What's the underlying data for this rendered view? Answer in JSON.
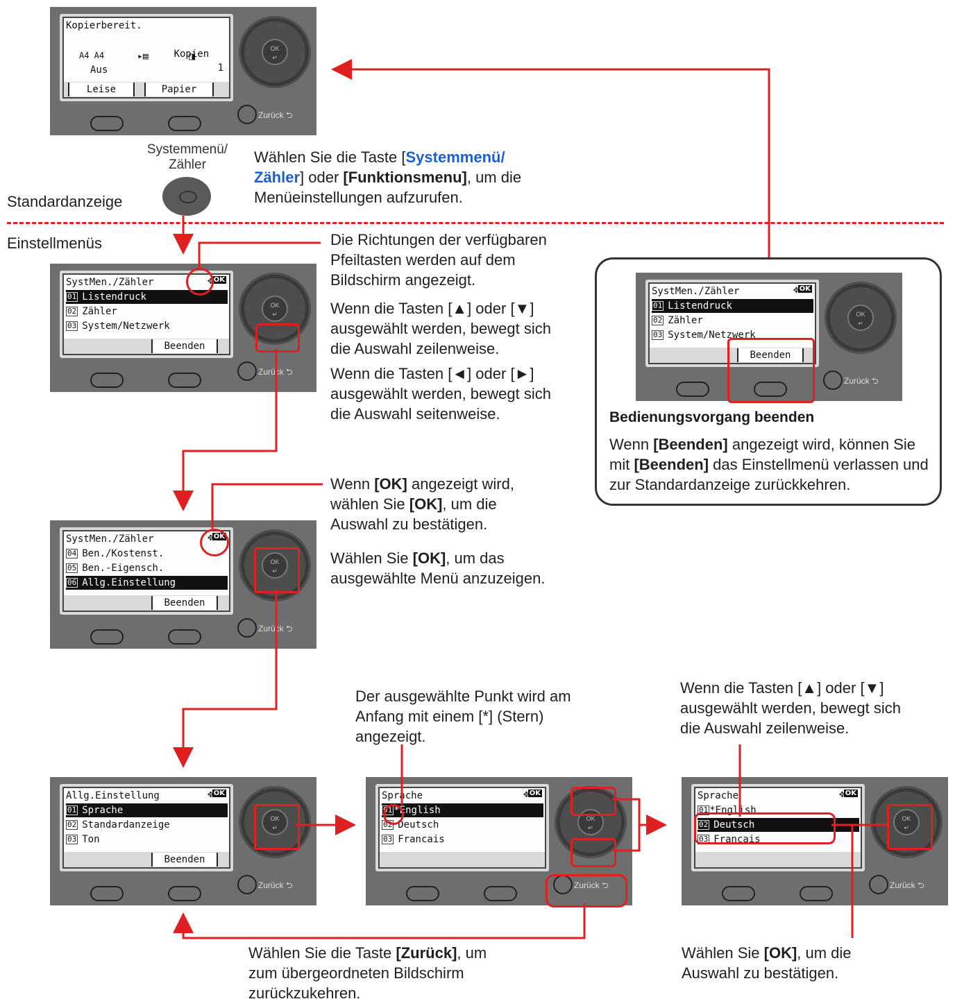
{
  "labels": {
    "standardanzeige": "Standardanzeige",
    "einstellmenus": "Einstellmenüs",
    "systemmenu_button_label": "Systemmenü/ Zähler"
  },
  "screen_home": {
    "line1": "Kopierbereit.",
    "kopien": "Kopien",
    "kopien_count": "1",
    "paper": "A4 A4",
    "aus": "Aus",
    "softkey_left": "Leise",
    "softkey_right": "Papier",
    "back_label": "Zurück ⮌"
  },
  "screen_sysmenu": {
    "title": "SystMen./Zähler",
    "ok": "OK",
    "items": [
      {
        "num": "01",
        "label": "Listendruck"
      },
      {
        "num": "02",
        "label": "Zähler"
      },
      {
        "num": "03",
        "label": "System/Netzwerk"
      }
    ],
    "softkey": "Beenden"
  },
  "screen_sysmenu2": {
    "title": "SystMen./Zähler",
    "ok": "OK",
    "items": [
      {
        "num": "04",
        "label": "Ben./Kostenst."
      },
      {
        "num": "05",
        "label": "Ben.-Eigensch."
      },
      {
        "num": "06",
        "label": "Allg.Einstellung"
      }
    ],
    "softkey": "Beenden"
  },
  "screen_allg": {
    "title": "Allg.Einstellung",
    "ok": "OK",
    "items": [
      {
        "num": "01",
        "label": "Sprache"
      },
      {
        "num": "02",
        "label": "Standardanzeige"
      },
      {
        "num": "03",
        "label": "Ton"
      }
    ],
    "softkey": "Beenden"
  },
  "screen_sprache": {
    "title": "Sprache",
    "ok": "OK",
    "items": [
      {
        "num": "01",
        "label": "*English"
      },
      {
        "num": "02",
        "label": "Deutsch"
      },
      {
        "num": "03",
        "label": "Francais"
      }
    ]
  },
  "screen_sprache2": {
    "title": "Sprache",
    "ok": "OK",
    "items": [
      {
        "num": "01",
        "label": "*English"
      },
      {
        "num": "02",
        "label": "Deutsch"
      },
      {
        "num": "03",
        "label": "Francais"
      }
    ]
  },
  "text": {
    "t1_a": "Wählen Sie die Taste [",
    "t1_b": "Systemmenü/ Zähler",
    "t1_c": "] oder ",
    "t1_d": "[Funktionsmenu]",
    "t1_e": ", um die Menüeinstellungen aufzurufen.",
    "t2": "Die Richtungen der verfügbaren Pfeiltasten werden auf dem Bildschirm angezeigt.",
    "t3": "Wenn die Tasten [▲] oder [▼] ausgewählt werden, bewegt sich die Auswahl zeilenweise.",
    "t4": "Wenn die Tasten [◄] oder [►] ausgewählt werden, bewegt sich die Auswahl seitenweise.",
    "t5_a": "Wenn ",
    "t5_b": "[OK]",
    "t5_c": " angezeigt wird, wählen Sie ",
    "t5_d": "[OK]",
    "t5_e": ", um die Auswahl zu bestätigen.",
    "t6_a": "Wählen Sie ",
    "t6_b": "[OK]",
    "t6_c": ", um das ausgewählte Menü anzuzeigen.",
    "t7": "Der ausgewählte Punkt wird am Anfang mit einem [*] (Stern) angezeigt.",
    "t8": "Wenn die Tasten [▲] oder [▼] ausgewählt werden, bewegt sich die Auswahl zeilenweise.",
    "t9_a": "Wählen Sie die Taste ",
    "t9_b": "[Zurück]",
    "t9_c": ", um zum übergeordneten Bildschirm zurückzukehren.",
    "t10_a": "Wählen Sie ",
    "t10_b": "[OK]",
    "t10_c": ", um die Auswahl zu bestätigen.",
    "box_title": "Bedienungsvorgang beenden",
    "box_a": "Wenn ",
    "box_b": "[Beenden]",
    "box_c": " angezeigt wird, können Sie mit ",
    "box_d": "[Beenden]",
    "box_e": " das Einstellmenü verlassen und zur Standardanzeige zurückkehren."
  },
  "colors": {
    "accent_red": "#e02020",
    "link_blue": "#1a5fd6",
    "panel_gray": "#6e6e6e"
  }
}
